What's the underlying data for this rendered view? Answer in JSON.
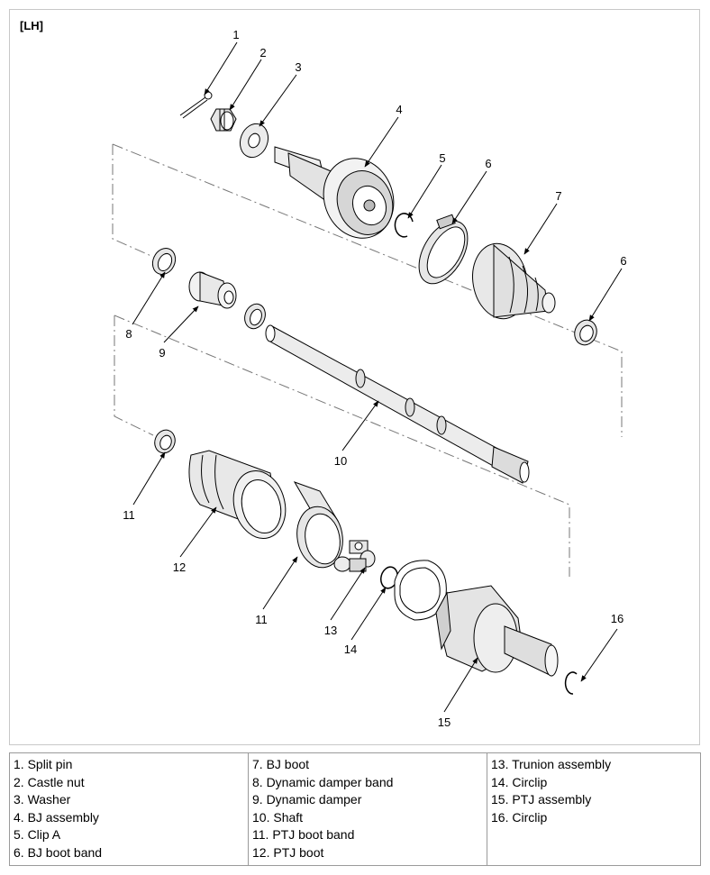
{
  "side_tag": "[LH]",
  "callouts": [
    {
      "id": "c1",
      "label": "1"
    },
    {
      "id": "c2",
      "label": "2"
    },
    {
      "id": "c3",
      "label": "3"
    },
    {
      "id": "c4",
      "label": "4"
    },
    {
      "id": "c5",
      "label": "5"
    },
    {
      "id": "c6a",
      "label": "6"
    },
    {
      "id": "c7",
      "label": "7"
    },
    {
      "id": "c6b",
      "label": "6"
    },
    {
      "id": "c8",
      "label": "8"
    },
    {
      "id": "c9",
      "label": "9"
    },
    {
      "id": "c10",
      "label": "10"
    },
    {
      "id": "c11a",
      "label": "11"
    },
    {
      "id": "c12",
      "label": "12"
    },
    {
      "id": "c11b",
      "label": "11"
    },
    {
      "id": "c13",
      "label": "13"
    },
    {
      "id": "c14",
      "label": "14"
    },
    {
      "id": "c15",
      "label": "15"
    },
    {
      "id": "c16",
      "label": "16"
    }
  ],
  "legend": {
    "columns": [
      [
        "1. Split pin",
        "2. Castle nut",
        "3. Washer",
        "4. BJ assembly",
        "5. Clip A",
        "6. BJ boot band"
      ],
      [
        "7. BJ boot",
        "8. Dynamic damper band",
        "9. Dynamic damper",
        "10. Shaft",
        "11. PTJ boot band",
        "12. PTJ boot"
      ],
      [
        "13. Trunion assembly",
        "14. Circlip",
        "15. PTJ assembly",
        "16. Circlip"
      ]
    ]
  }
}
